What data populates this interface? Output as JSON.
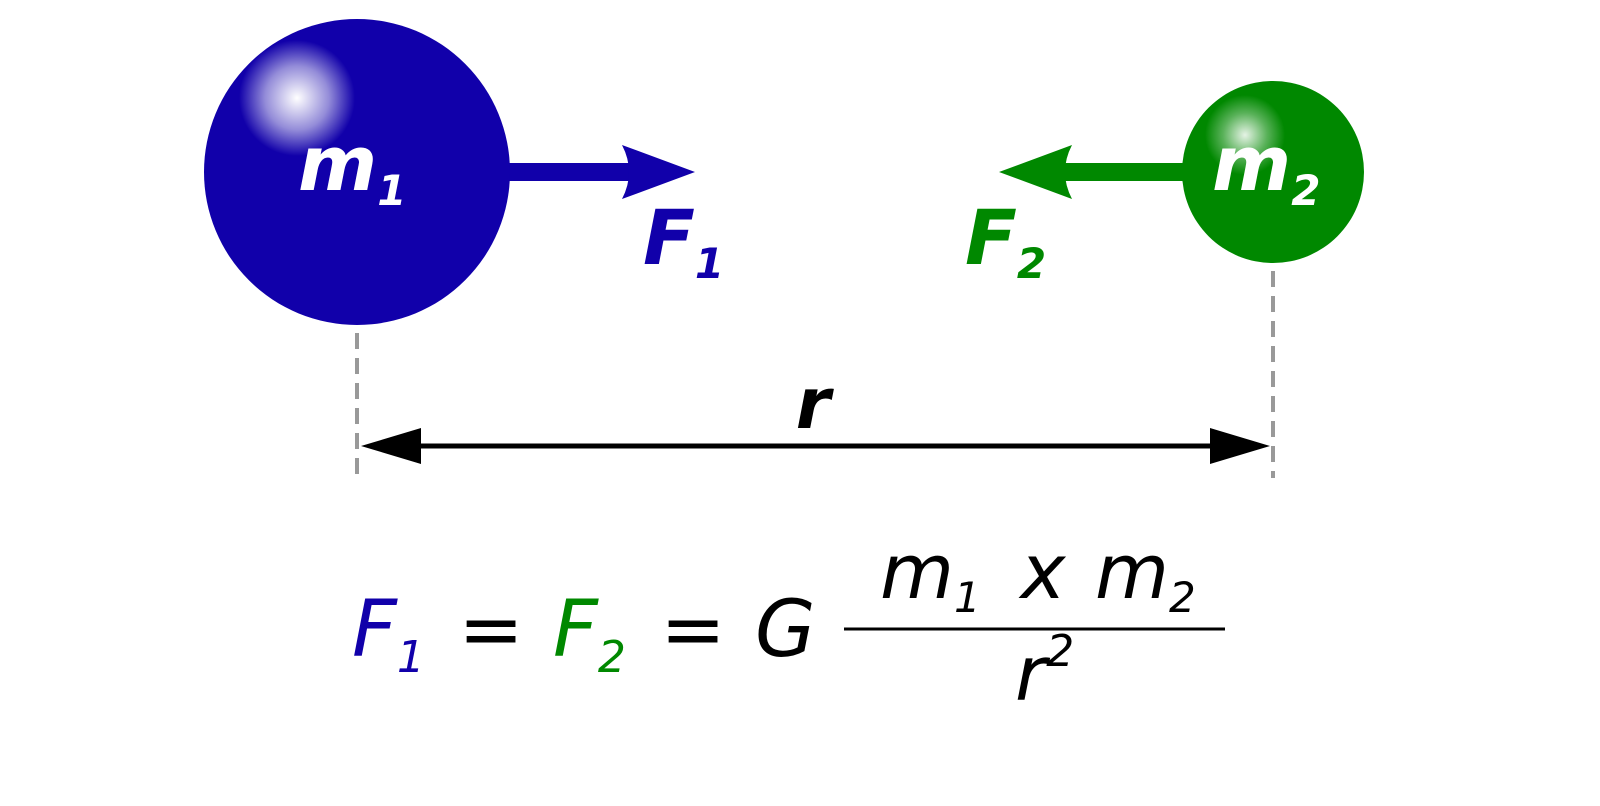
{
  "colors": {
    "mass1": "#1100aa",
    "mass2": "#008800",
    "text_light": "#ffffff",
    "text_dark": "#000000",
    "guide": "#999999"
  },
  "mass1": {
    "symbol": "m",
    "subscript": "1"
  },
  "mass2": {
    "symbol": "m",
    "subscript": "2"
  },
  "force1": {
    "symbol": "F",
    "subscript": "1"
  },
  "force2": {
    "symbol": "F",
    "subscript": "2"
  },
  "distance": {
    "symbol": "r"
  },
  "equation": {
    "f1": "F",
    "f1_sub": "1",
    "eq1": "=",
    "f2": "F",
    "f2_sub": "2",
    "eq2": "=",
    "g": "G",
    "num_m1": "m",
    "num_m1_sub": "1",
    "times": "x",
    "num_m2": "m",
    "num_m2_sub": "2",
    "den_r": "r",
    "den_exp": "2"
  }
}
